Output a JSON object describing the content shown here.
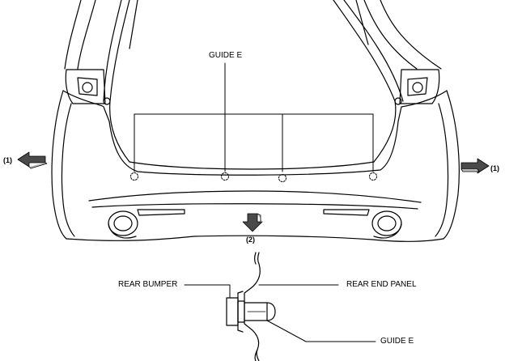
{
  "labels": {
    "guide_top": "GUIDE E",
    "arrow_left": "(1)",
    "arrow_right": "(1)",
    "arrow_down": "(2)",
    "rear_bumper": "REAR BUMPER",
    "rear_end_panel": "REAR END PANEL",
    "guide_detail": "GUIDE E"
  },
  "colors": {
    "line": "#000000",
    "arrow_fill": "#4a4a4a"
  }
}
